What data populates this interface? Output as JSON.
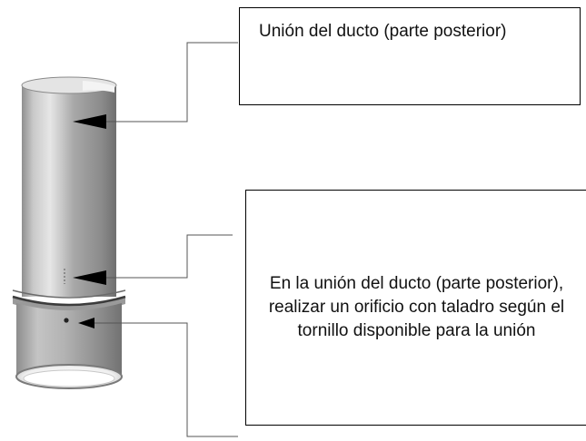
{
  "diagram": {
    "callouts": [
      {
        "id": "top",
        "text": "Unión del ducto (parte posterior)"
      },
      {
        "id": "bottom",
        "text": "En la unión del ducto (parte posterior), realizar un orificio con taladro según el tornillo disponible para la unión"
      }
    ],
    "colors": {
      "pipe_metal": "#a3a3a3",
      "pipe_highlight": "#d9d9d9",
      "pipe_shadow": "#7a7a7a",
      "leader_line": "#555555",
      "arrow": "#000000"
    }
  }
}
